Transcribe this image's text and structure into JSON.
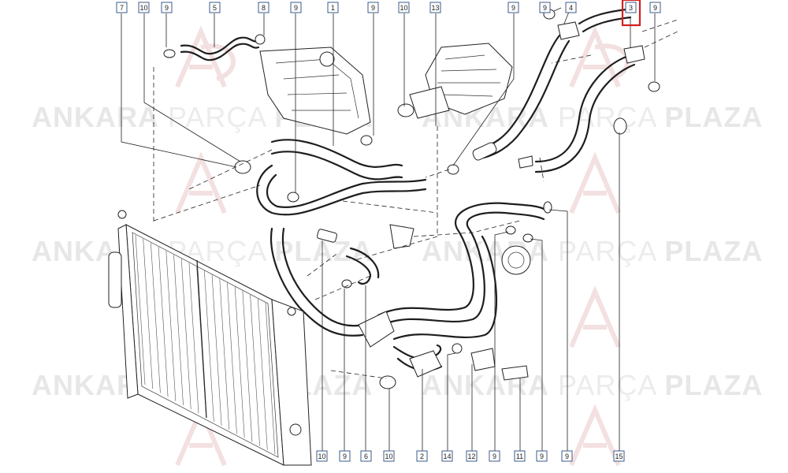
{
  "watermark": {
    "brand_parts": [
      "ANKARA",
      "PARÇA",
      "PLAZA"
    ]
  },
  "highlight_color": "#d32020",
  "box_color": "#3b5b8a",
  "callouts": {
    "top": [
      "7",
      "10",
      "9",
      "5",
      "8",
      "9",
      "1",
      "9",
      "10",
      "13",
      "9",
      "9",
      "4",
      "3",
      "9"
    ],
    "bottom": [
      "10",
      "9",
      "6",
      "10",
      "2",
      "14",
      "12",
      "9",
      "11",
      "9",
      "9",
      "15"
    ],
    "highlighted": "3"
  }
}
